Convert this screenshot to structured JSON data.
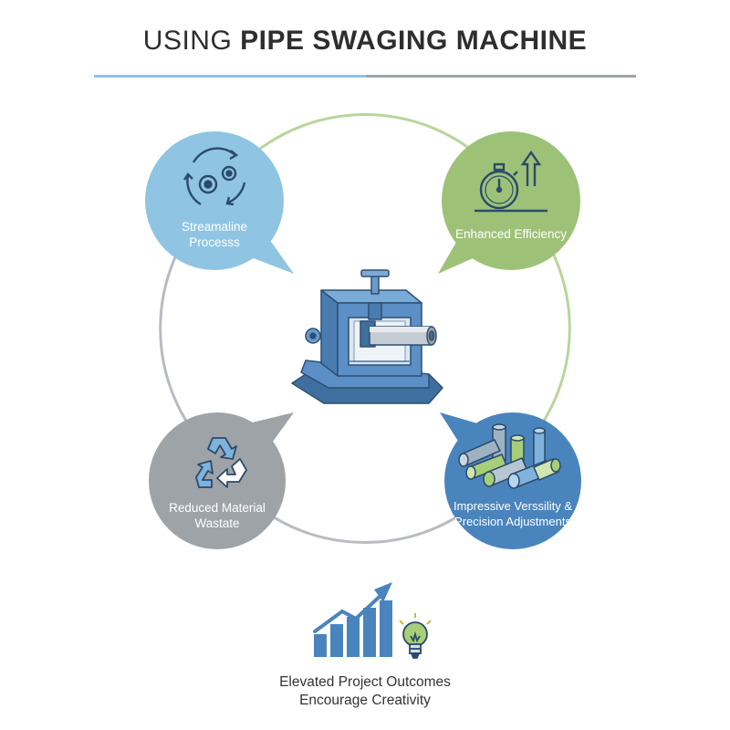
{
  "header": {
    "title_light": "USING ",
    "title_bold": "PIPE SWAGING MACHINE"
  },
  "colors": {
    "blue_light": "#8fc5e3",
    "green": "#9dc277",
    "gray": "#9ea3a8",
    "blue_dark": "#4a84bd",
    "ring_green": "#b9d59b",
    "ring_gray": "#b8bcc0",
    "machine_blue": "#5b8fc6"
  },
  "nodes": {
    "streamline": {
      "line1": "Streamaline",
      "line2": "Processs",
      "icon": "gears-cycle-icon"
    },
    "efficiency": {
      "line1": "Enhanced Efficiency",
      "icon": "stopwatch-arrow-icon"
    },
    "waste": {
      "line1": "Reduced Material",
      "line2": "Wastate",
      "icon": "recycle-icon"
    },
    "versatility": {
      "line1": "Impressive Verssility &",
      "line2": "Precision Adjustments",
      "icon": "pipes-icon"
    }
  },
  "center": {
    "icon": "pipe-swaging-machine-icon"
  },
  "footer": {
    "line1": "Elevated Project Outcomes",
    "line2": "Encourage Creativity",
    "icons": [
      "bar-chart-growth-icon",
      "lightbulb-icon"
    ]
  }
}
